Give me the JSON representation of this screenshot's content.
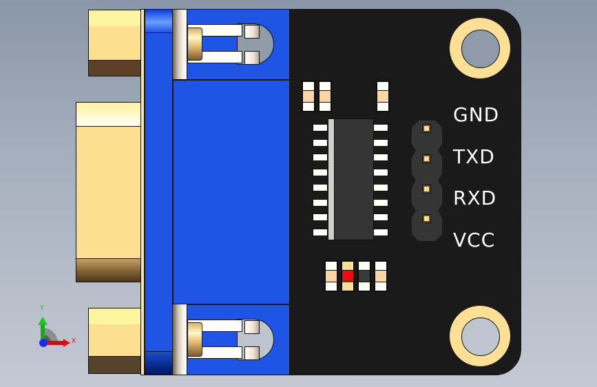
{
  "app": {
    "view_type": "CAD 3D viewport",
    "model": "RS232 to TTL serial module (DB9 connector)"
  },
  "viewport": {
    "background_top": "#8a97a8",
    "background_bottom": "#c4c9d3"
  },
  "colors": {
    "connector_body": "#1f55e6",
    "pcb": "#1a1a1a",
    "gold": "#fde095",
    "silkscreen": "#ffffff",
    "led": "#f00c0c",
    "resistor_body": "#fdd4a5"
  },
  "pcb": {
    "header_labels": [
      "GND",
      "TXD",
      "RXD",
      "VCC"
    ],
    "header_pin_count": 4,
    "ic_pin_count_per_side": 8,
    "top_passives": [
      "capacitor",
      "capacitor",
      "capacitor"
    ],
    "bottom_components": [
      "resistor",
      "led",
      "component",
      "resistor"
    ]
  },
  "triad": {
    "x_label": "X",
    "y_label": "Y",
    "x_color": "#e01010",
    "y_color": "#1fc41f",
    "z_color": "#1a2ee6"
  }
}
